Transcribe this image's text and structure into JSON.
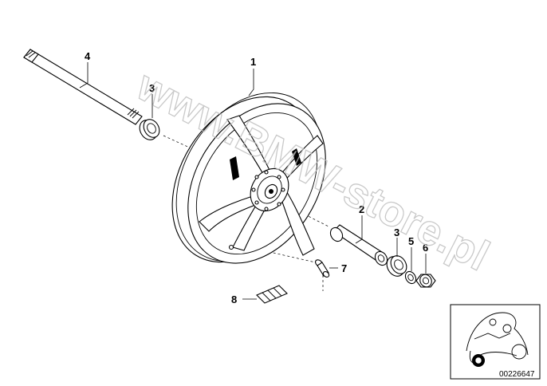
{
  "diagram": {
    "callouts": {
      "wheel": "1",
      "spacer_sleeve": "2",
      "bearing_left": "3",
      "bearing_right": "3",
      "axle": "4",
      "seal_ring": "5",
      "collar_nut": "6",
      "valve": "7",
      "balance_weight": "8"
    },
    "watermark": "www.BMW-store.pl",
    "diagram_number": "00226647",
    "icons": {
      "wheel": "motorcycle-wheel-icon",
      "axle": "axle-icon",
      "bearing": "ball-bearing-icon",
      "valve": "tire-valve-icon",
      "weight": "balance-weight-icon",
      "thumbnail": "motorcycle-thumbnail-icon"
    }
  }
}
